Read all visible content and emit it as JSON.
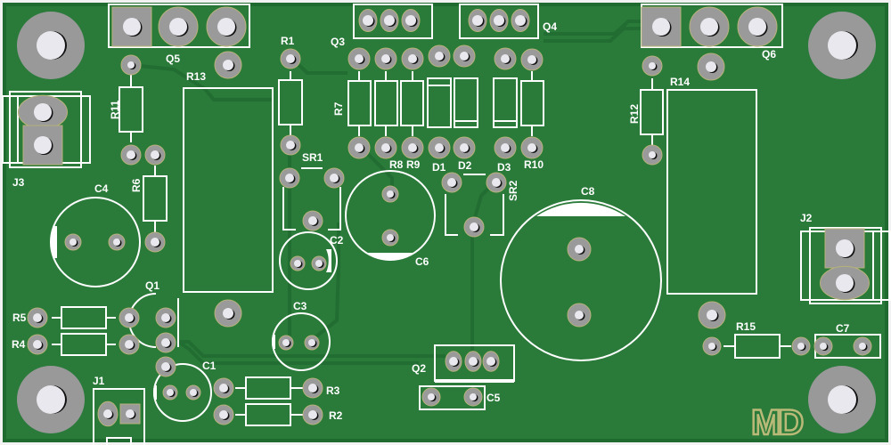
{
  "board": {
    "title": "PCB 3D render - top view",
    "colors": {
      "substrate": "#2a7a3a",
      "edge": "#1f6a2f",
      "trace": "#226e32",
      "pad": "#9a9a9a",
      "pad_ring": "#b7b27a",
      "hole": "#e8e8ee",
      "silk": "#ffffff",
      "logo": "#b9b978"
    },
    "logo": "MD"
  },
  "labels": {
    "Q5": "Q5",
    "R13": "R13",
    "R11": "R11",
    "R1": "R1",
    "Q3": "Q3",
    "Q4": "Q4",
    "R7": "R7",
    "R8": "R8",
    "R9": "R9",
    "D1": "D1",
    "D2": "D2",
    "D3": "D3",
    "R10": "R10",
    "SR1": "SR1",
    "SR2": "SR2",
    "Q6": "Q6",
    "R14": "R14",
    "R12": "R12",
    "J3": "J3",
    "C4": "C4",
    "R6": "R6",
    "C2": "C2",
    "C6": "C6",
    "C8": "C8",
    "J2": "J2",
    "Q1": "Q1",
    "R5": "R5",
    "R4": "R4",
    "C3": "C3",
    "C1": "C1",
    "J1": "J1",
    "R3": "R3",
    "R2": "R2",
    "Q2": "Q2",
    "C5": "C5",
    "R15": "R15",
    "C7": "C7"
  }
}
